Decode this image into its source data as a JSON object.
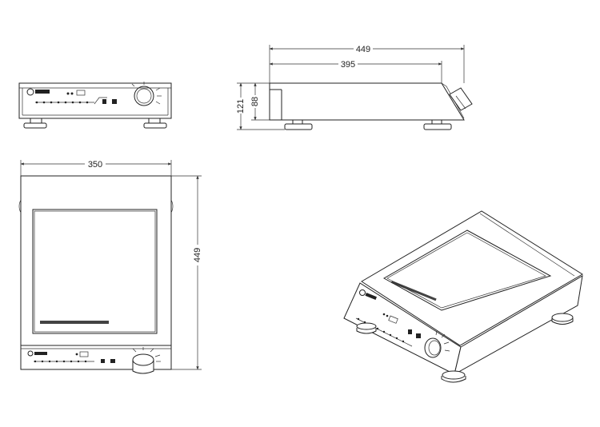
{
  "dimensions": {
    "side_total_width": "449",
    "side_top_width": "395",
    "side_total_height": "121",
    "side_body_height": "88",
    "top_width": "350",
    "top_depth": "449"
  }
}
